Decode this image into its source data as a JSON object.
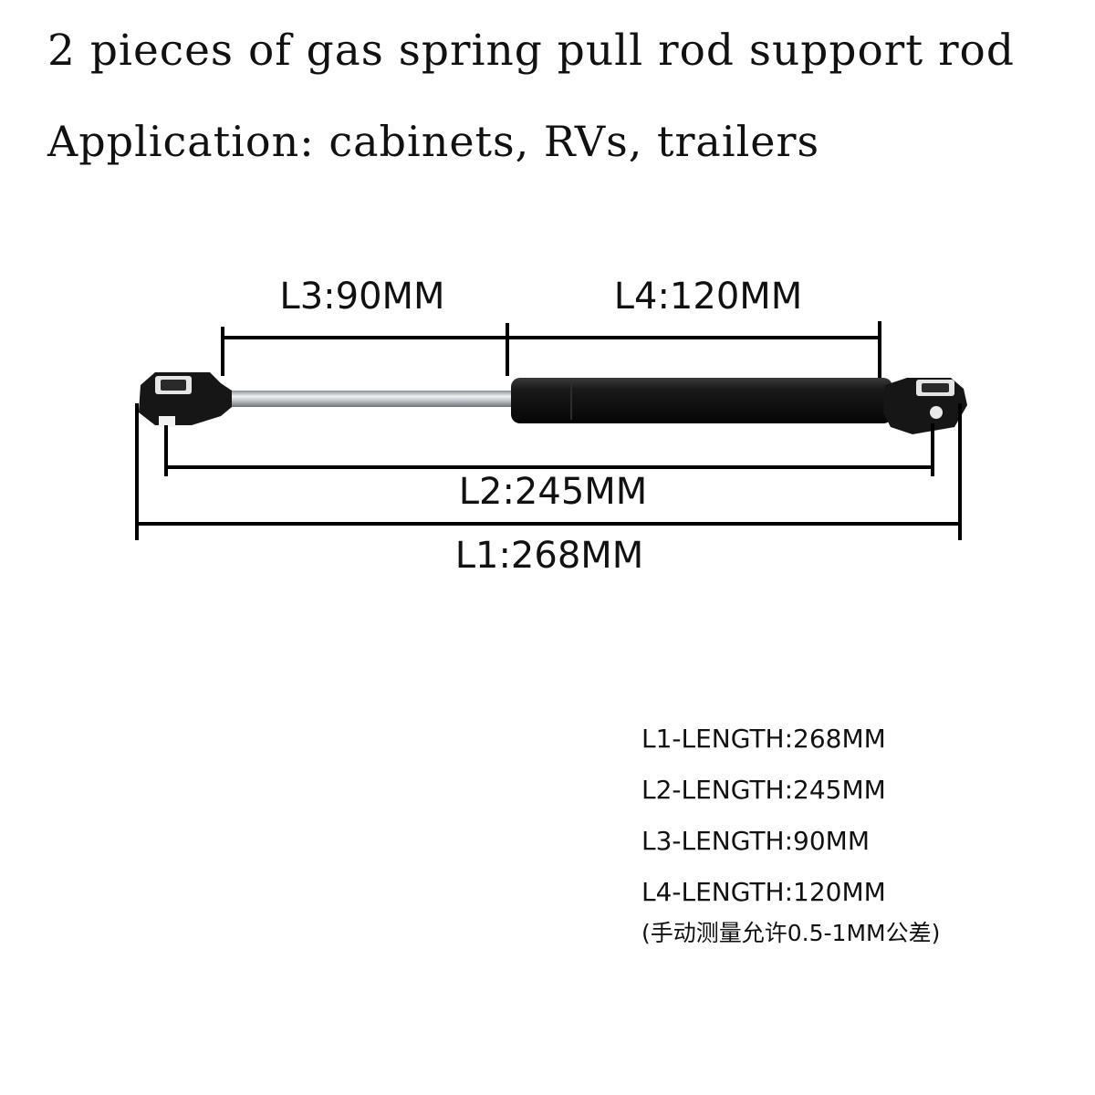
{
  "headline": {
    "title": "2 pieces of gas spring pull rod support rod",
    "application": "Application: cabinets, RVs, trailers"
  },
  "product_image": {
    "subject": "gas-spring-strut",
    "colors": {
      "cylinder": "#121212",
      "rod": "#c9cdd2",
      "end_fitting": "#161616",
      "dimension_lines": "#000000"
    },
    "dimension_labels": {
      "l3": "L3:90MM",
      "l4": "L4:120MM",
      "l2": "L2:245MM",
      "l1": "L1:268MM"
    }
  },
  "specs": {
    "items": [
      "L1-LENGTH:268MM",
      "L2-LENGTH:245MM",
      "L3-LENGTH:90MM",
      "L4-LENGTH:120MM"
    ],
    "note": "(手动测量允许0.5-1MM公差)"
  }
}
